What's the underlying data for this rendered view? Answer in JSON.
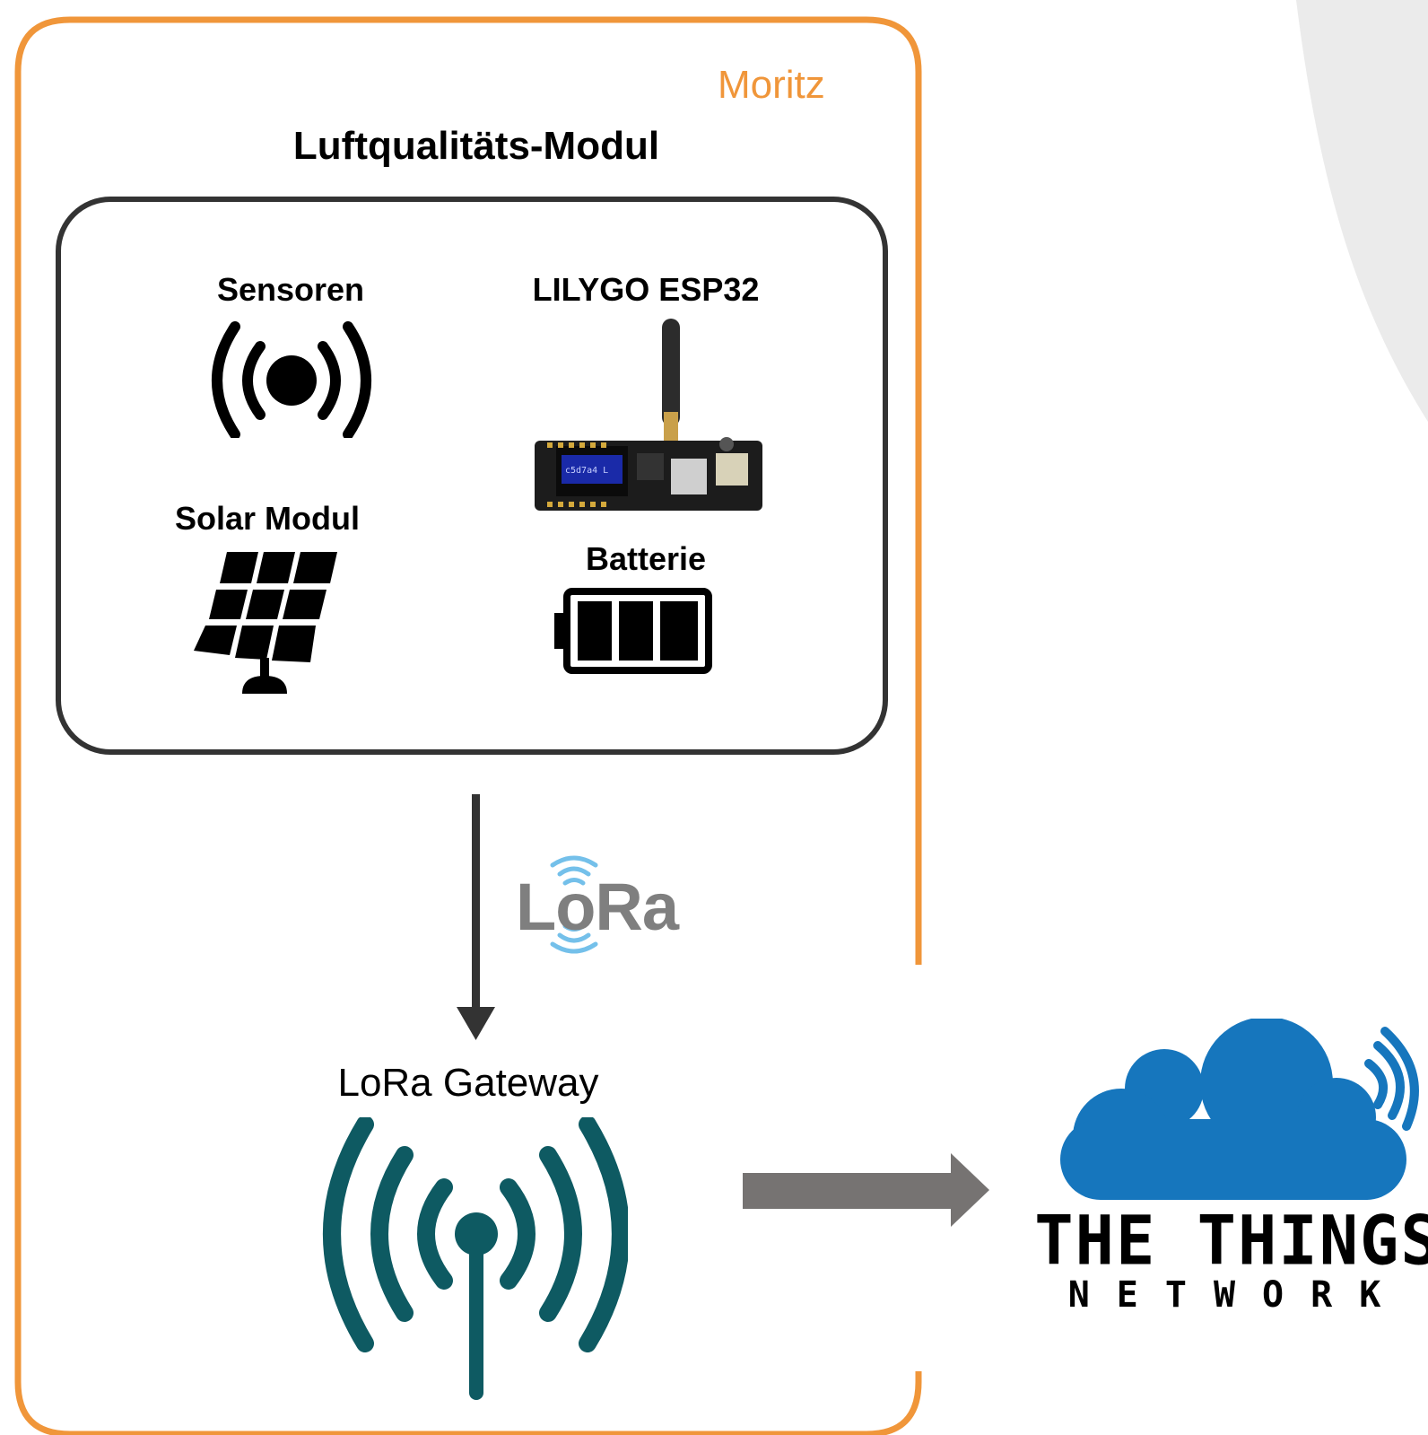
{
  "author": "Moritz",
  "module": {
    "title": "Luftqualitäts-Modul",
    "components": {
      "sensors": "Sensoren",
      "board": "LILYGO ESP32",
      "solar": "Solar Modul",
      "battery": "Batterie"
    }
  },
  "link": {
    "protocol_logo": "LoRa"
  },
  "gateway": {
    "label": "LoRa Gateway"
  },
  "network": {
    "line1": "THE THINGS",
    "line2": "NETWORK"
  },
  "board_screen": {
    "text": "c5d7a4 L"
  },
  "colors": {
    "frame": "#f0963a",
    "inner_box": "#333333",
    "gateway_icon": "#0e5a62",
    "cloud": "#1676bd",
    "arrow_gray": "#767372",
    "lora_blue": "#74c0ea",
    "lora_gray": "#7f7f7f"
  },
  "icons": [
    "sensor-icon",
    "esp32-board-image",
    "solar-panel-icon",
    "battery-icon",
    "lora-logo",
    "gateway-antenna-icon",
    "ttn-cloud-icon"
  ]
}
